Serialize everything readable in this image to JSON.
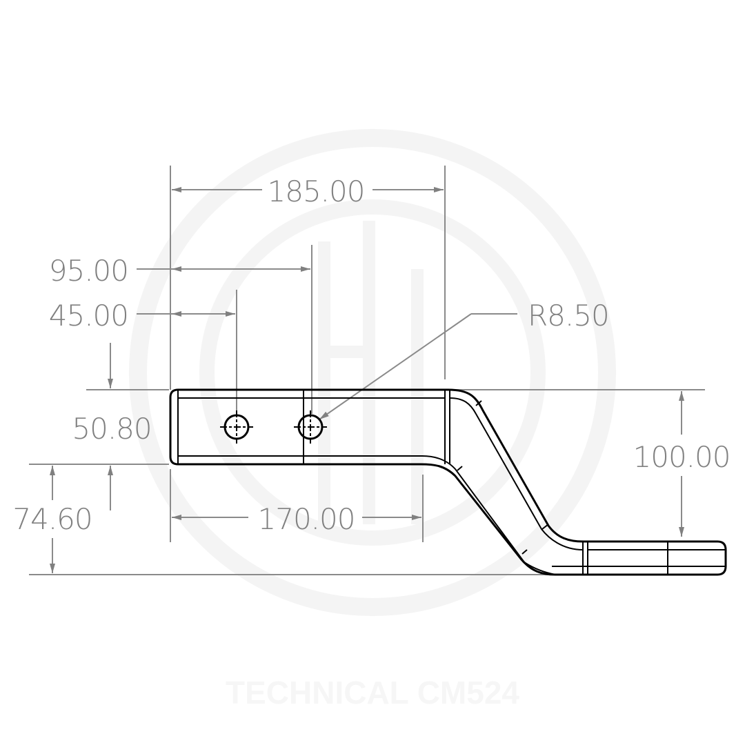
{
  "drawing": {
    "title": "Tow bar / ball mount technical drawing",
    "watermark": "TECHNICAL CM524",
    "colors": {
      "dimension": "#808080",
      "part": "#000000",
      "watermark": "#f4f4f4",
      "background": "#ffffff"
    },
    "dimensions": {
      "overall_length": "185.00",
      "hole2_offset": "95.00",
      "hole1_offset": "45.00",
      "hole_radius": "R8.50",
      "shank_height": "50.80",
      "drop": "100.00",
      "bottom_offset": "74.60",
      "shank_length": "170.00"
    }
  }
}
